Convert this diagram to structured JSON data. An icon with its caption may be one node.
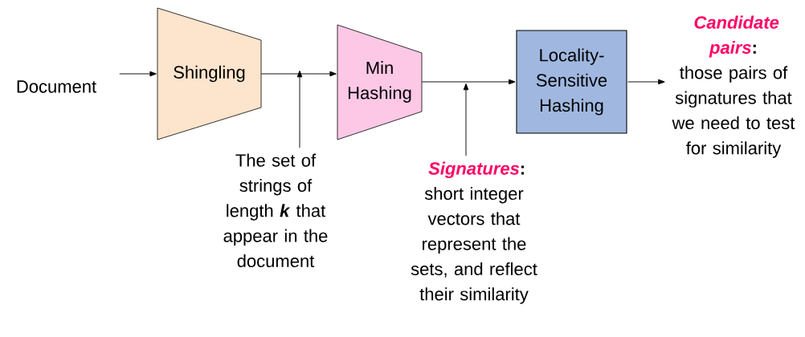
{
  "diagram": {
    "nodes": [
      {
        "text": [
          "Document"
        ]
      },
      {
        "text": [
          "Shingling"
        ]
      },
      {
        "text": [
          "Min Hashing"
        ]
      },
      {
        "text": [
          "Locality-Sensitive Hashing"
        ]
      },
      {
        "text": [
          "*Candidate pairs*:",
          "those pairs of signatures that we need to test for similarity"
        ]
      },
      {
        "text": [
          "The set of strings of length **k** that appear in the document"
        ]
      },
      {
        "text": [
          "*Signatures*:",
          "short integer vectors that represent the sets, and reflect their similarity"
        ]
      }
    ],
    "edges": [
      {
        "from": 0,
        "to": 1,
        "arrow": "to"
      },
      {
        "from": 1,
        "to": 2,
        "arrow": "to"
      },
      {
        "from": 2,
        "to": 3,
        "arrow": "to"
      },
      {
        "from": 3,
        "to": 4,
        "arrow": "to"
      },
      {
        "from": 5,
        "to": null,
        "arrow": "to"
      },
      {
        "from": 6,
        "to": null,
        "arrow": "to"
      }
    ]
  }
}
